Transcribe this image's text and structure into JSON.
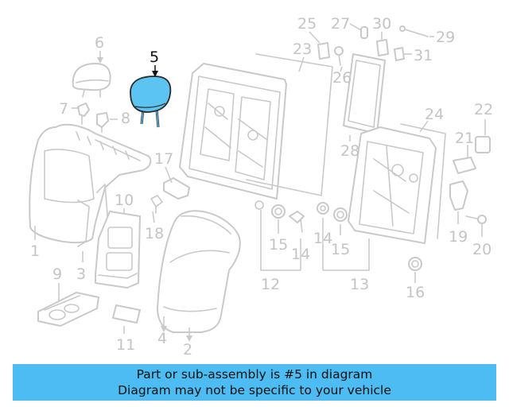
{
  "highlight": {
    "part_number": "5",
    "color": "#5bc4f0"
  },
  "callouts": {
    "c1": "1",
    "c2": "2",
    "c3": "3",
    "c4": "4",
    "c5": "5",
    "c6": "6",
    "c7": "7",
    "c8": "8",
    "c9": "9",
    "c10": "10",
    "c11": "11",
    "c12": "12",
    "c13": "13",
    "c14a": "14",
    "c14b": "14",
    "c15a": "15",
    "c15b": "15",
    "c16": "16",
    "c17": "17",
    "c18": "18",
    "c19": "19",
    "c20": "20",
    "c21": "21",
    "c22": "22",
    "c23": "23",
    "c24": "24",
    "c25": "25",
    "c26": "26",
    "c27": "27",
    "c28": "28",
    "c29": "29",
    "c30": "30",
    "c31": "31"
  },
  "banner": {
    "line1": "Part or sub-assembly is #5 in diagram",
    "line2": "Diagram may not be specific to your vehicle",
    "color": "#4dbcf3"
  }
}
